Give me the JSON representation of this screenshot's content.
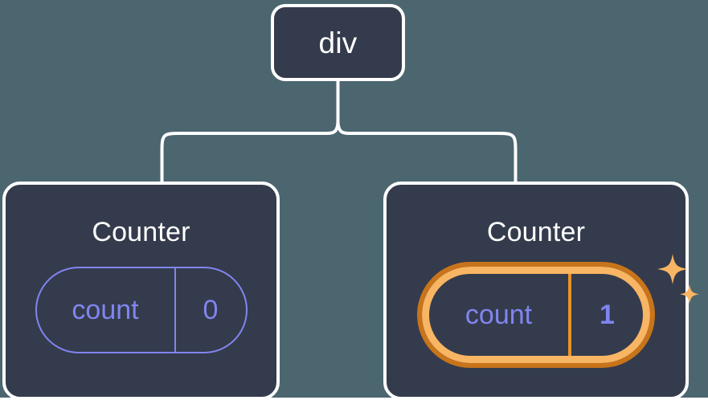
{
  "diagram": {
    "type": "component-tree",
    "background_color": "#4C6670",
    "node_fill": "#343B4C",
    "node_border": "#FFFFFF",
    "connector_color": "#FFFFFF",
    "state_color": "#8185F0",
    "highlight_outer_color": "#C8741B",
    "highlight_inner_color": "#F8B563",
    "divider_color": "#E9922A",
    "root": {
      "label": "div"
    },
    "children": [
      {
        "label": "Counter",
        "state_key": "count",
        "state_value": "0",
        "highlighted": false
      },
      {
        "label": "Counter",
        "state_key": "count",
        "state_value": "1",
        "highlighted": true
      }
    ],
    "sparkle_count": 2
  }
}
